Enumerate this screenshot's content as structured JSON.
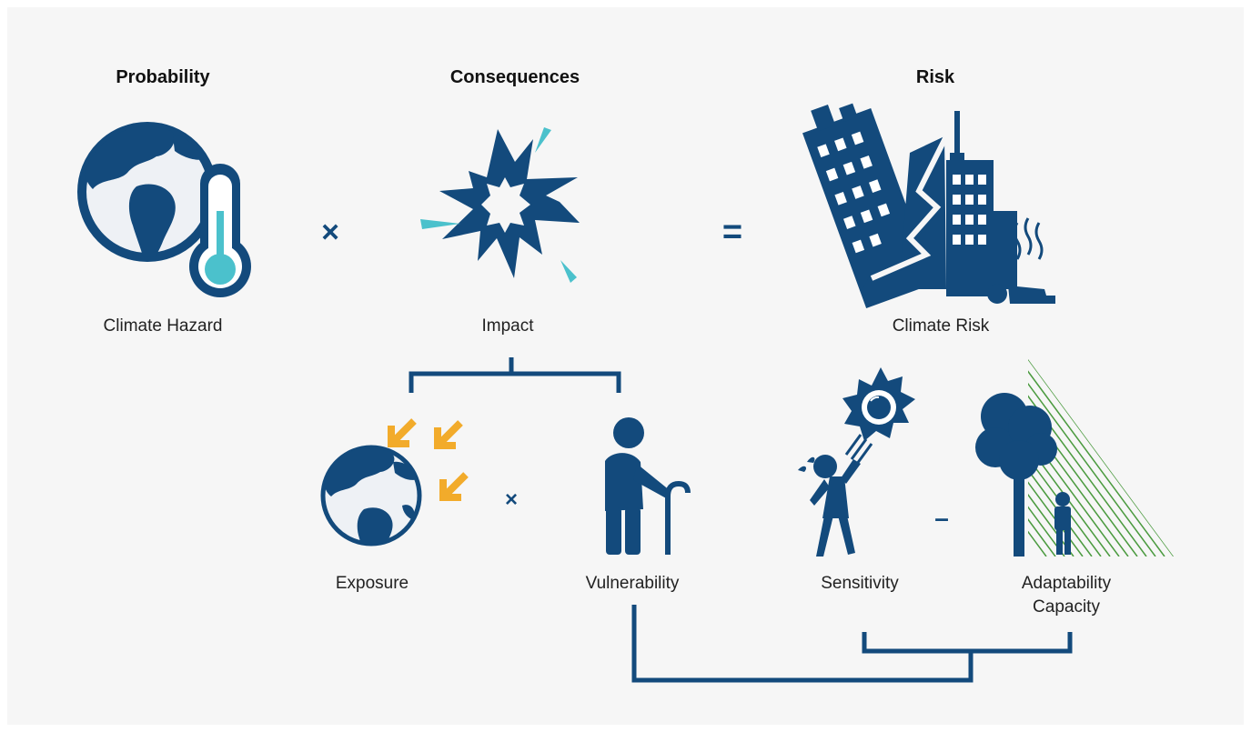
{
  "colors": {
    "navy": "#134a7c",
    "teal": "#4bc1cc",
    "orange": "#f2ab2b",
    "green": "#4a9a3e",
    "background": "#f6f6f6"
  },
  "headers": {
    "probability": "Probability",
    "consequences": "Consequences",
    "risk": "Risk"
  },
  "operators": {
    "times_top": "×",
    "equals": "=",
    "times_bottom": "×",
    "minus": "–"
  },
  "labels": {
    "climate_hazard": "Climate Hazard",
    "impact": "Impact",
    "climate_risk": "Climate Risk",
    "exposure": "Exposure",
    "vulnerability": "Vulnerability",
    "sensitivity": "Sensitivity",
    "adaptability_line1": "Adaptability",
    "adaptability_line2": "Capacity"
  },
  "icons": [
    "globe-thermometer-icon",
    "explosion-icon",
    "collapsing-buildings-icon",
    "globe-arrows-icon",
    "elderly-person-icon",
    "person-sun-icon",
    "tree-shade-icon"
  ]
}
